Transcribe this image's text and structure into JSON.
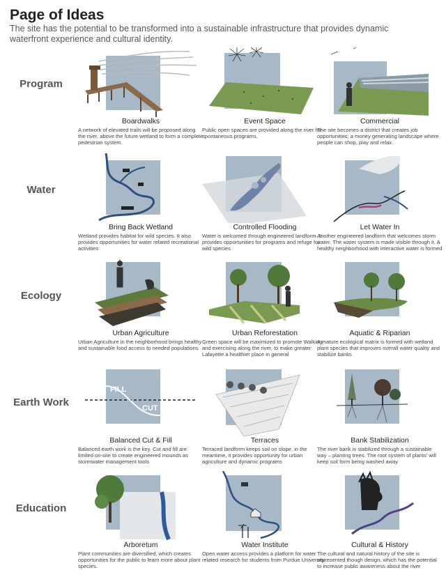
{
  "header": {
    "title": "Page of Ideas",
    "subtitle": "The site has the potential to be transformed into a sustainable infrastructure that provides dynamic waterfront experience and cultural identity."
  },
  "colors": {
    "panel": "#a7b8c6",
    "river": "#2f4f7f",
    "grass": "#7a9a52",
    "tree": "#4f7a3a",
    "wood": "#8a6a48",
    "dark": "#333333"
  },
  "rows": [
    {
      "label": "Program",
      "items": [
        {
          "title": "Boardwalks",
          "desc": "A network of elevated trails will be proposed along the river, above the future wetland to form a complete pedestrian system.",
          "icon": "boardwalk-icon"
        },
        {
          "title": "Event Space",
          "desc": "Public open spaces are provided along the river for spontaneous programs.",
          "icon": "event-space-icon"
        },
        {
          "title": "Commercial",
          "desc": "The site becomes a district that creates job opportunities; a money generating landscape where people can shop, play and relax.",
          "icon": "commercial-icon"
        }
      ]
    },
    {
      "label": "Water",
      "items": [
        {
          "title": "Bring Back Wetland",
          "desc": "Wetland provides habitat for wild species. It also provides opportunities for water related recreational activities",
          "icon": "wetland-icon"
        },
        {
          "title": "Controlled Flooding",
          "desc": "Water is welcomed through engineered landform. It provides opportunities for programs  and refuge for wild species",
          "icon": "flooding-icon"
        },
        {
          "title": "Let Water In",
          "desc": "Another engineered landform that welcomes storm water. The water system is made visible through it. A healthy neighborhood with interactive water is formed",
          "icon": "water-in-icon"
        }
      ]
    },
    {
      "label": "Ecology",
      "items": [
        {
          "title": "Urban Agriculture",
          "desc": "Urban Agriculture in the neighborhood brings healthy and sustainable food access to needed populations",
          "icon": "agriculture-icon"
        },
        {
          "title": "Urban Reforestation",
          "desc": "Green space will be maximized to promote Walking and exercising along the river, to make greater Lafayette a healthier place in general",
          "icon": "reforestation-icon"
        },
        {
          "title": "Aquatic & Riparian",
          "desc": "A mature ecological  matrix is formed with wetland plant species that improves overall water quality and stabilize banks",
          "icon": "riparian-icon"
        }
      ]
    },
    {
      "label": "Earth Work",
      "items": [
        {
          "title": "Balanced Cut & Fill",
          "desc": "Balanced earth work is the key.  Cut and fill are limited on-site to create engineered mounds as stormwater management tools",
          "icon": "cut-fill-icon",
          "fill_label": "FILL",
          "cut_label": "CUT"
        },
        {
          "title": "Terraces",
          "desc": "Terraced landform keeps soil on slope, in the meantime, it provides opportunity for urban agriculture and dynamic programs",
          "icon": "terraces-icon"
        },
        {
          "title": "Bank Stabilization",
          "desc": "The river bank is stabilized through a sustainable way – planting trees. The root system of plants' will keep soil form being washed away",
          "icon": "bank-stabilization-icon"
        }
      ]
    },
    {
      "label": "Education",
      "items": [
        {
          "title": "Arboretum",
          "desc": "Plant communities are diversified, which creates opportunities for the public to learn more about plant species.",
          "icon": "arboretum-icon"
        },
        {
          "title": "Water Institute",
          "desc": "Open water access provides a platform for water related research for students from Purdue University.",
          "icon": "water-institute-icon"
        },
        {
          "title": "Cultural & History",
          "desc": "The cultural and natural history of the site is represented though design, which has the potential to increase public awareness about the river",
          "icon": "cultural-history-icon"
        }
      ]
    }
  ]
}
